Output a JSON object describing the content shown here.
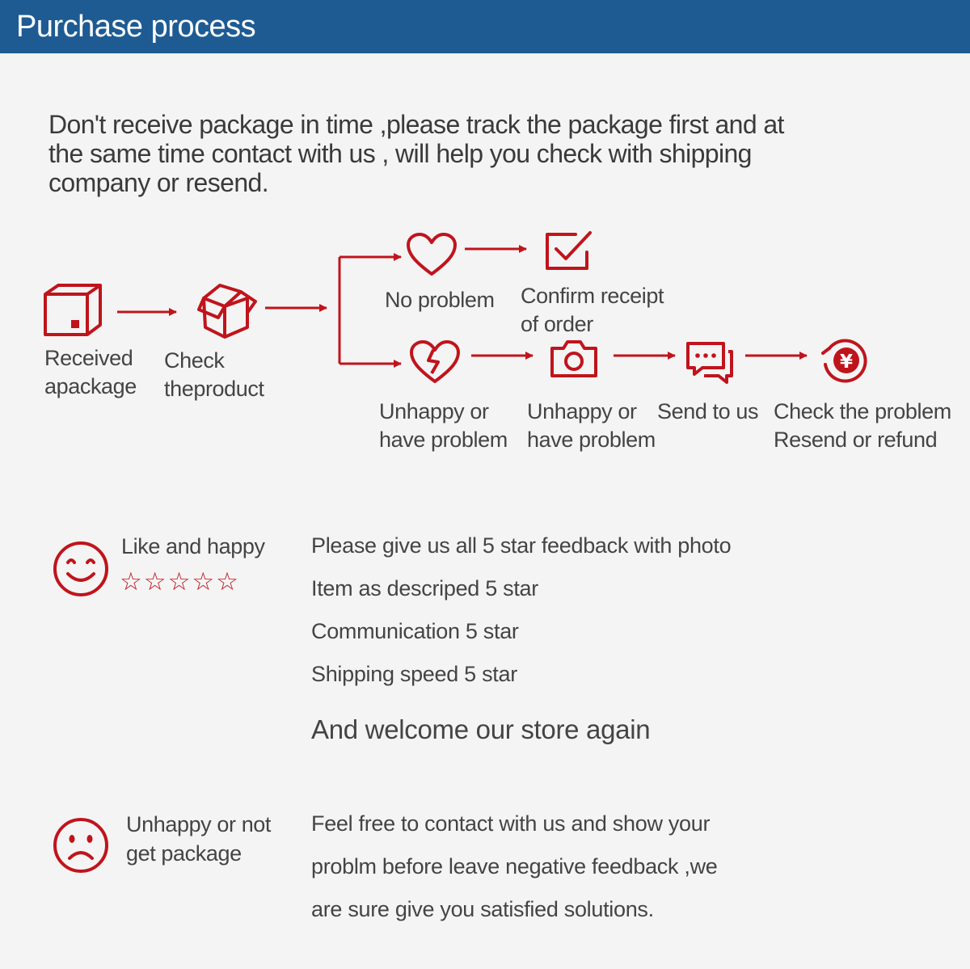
{
  "header": {
    "title": "Purchase process"
  },
  "intro": "Don't receive package in time ,please track the package first and at the same time contact with us , will help you check with shipping company or resend.",
  "colors": {
    "header_bg": "#1e5b93",
    "accent_red": "#c0141c",
    "background": "#f4f4f4"
  },
  "flow": {
    "received": {
      "line1": "Received",
      "line2": "apackage",
      "icon": "package-icon"
    },
    "check": {
      "line1": "Check",
      "line2": "theproduct",
      "icon": "open-box-icon"
    },
    "no_problem": {
      "line1": "No problem",
      "icon": "heart-icon"
    },
    "confirm": {
      "line1": "Confirm receipt",
      "line2": "of order",
      "icon": "checkbox-icon"
    },
    "unhappy1": {
      "line1": "Unhappy or",
      "line2": "have problem",
      "icon": "broken-heart-icon"
    },
    "unhappy2": {
      "line1": "Unhappy or",
      "line2": "have problem",
      "icon": "camera-icon"
    },
    "send": {
      "line1": "Send to us",
      "icon": "chat-icon"
    },
    "resolve": {
      "line1": "Check the problem",
      "line2": "Resend or refund",
      "icon": "refund-yen-icon"
    }
  },
  "happy": {
    "label": "Like and happy",
    "stars": "☆☆☆☆☆",
    "icon": "smiley-icon",
    "lines": [
      "Please give us all 5 star feedback with photo",
      "Item as descriped 5 star",
      "Communication 5 star",
      "Shipping speed 5 star"
    ],
    "welcome": "And welcome our store again"
  },
  "unhappy": {
    "line1": "Unhappy or not",
    "line2": "get package",
    "icon": "sad-face-icon",
    "lines": [
      "Feel free to contact with us and show your",
      "problm before leave negative feedback ,we",
      "are sure give you satisfied solutions."
    ]
  }
}
